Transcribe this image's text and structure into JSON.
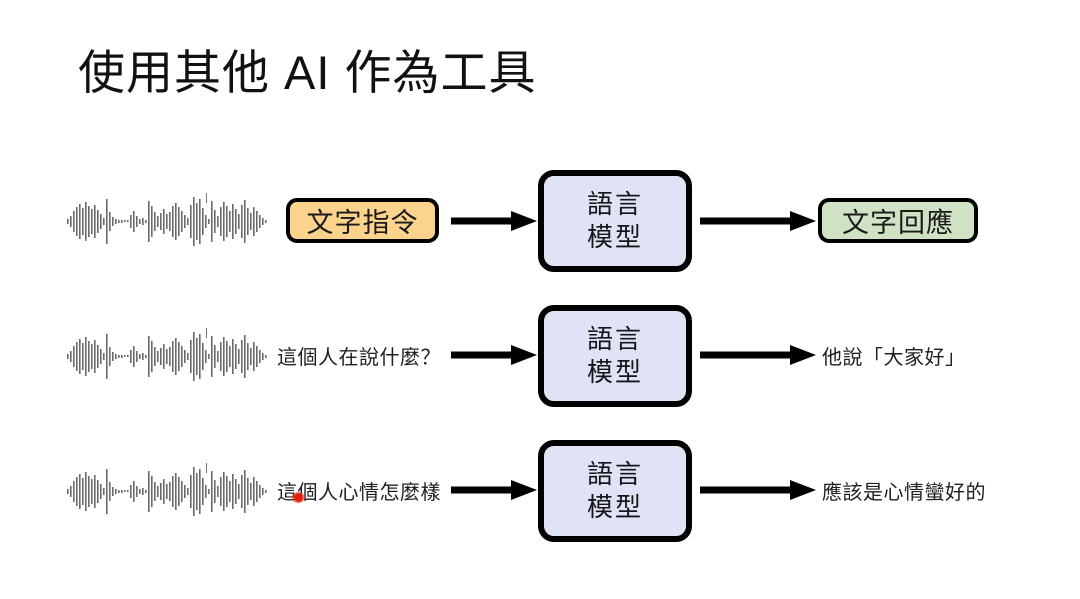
{
  "slide": {
    "title": "使用其他 AI 作為工具",
    "background_color": "#ffffff"
  },
  "colors": {
    "prompt_chip_fill": "#fbd38d",
    "response_chip_fill": "#cfe2c4",
    "model_box_fill": "#e0e3f5",
    "box_border": "#000000",
    "waveform": "#6a6a6a",
    "laser_dot": "#e01c0a",
    "text": "#1a1a1a"
  },
  "model_box": {
    "line1": "語言",
    "line2": "模型"
  },
  "rows": [
    {
      "waveform_name": "audio-waveform",
      "input_label": "文字指令",
      "input_style": "chip-orange",
      "output_label": "文字回應",
      "output_style": "chip-green"
    },
    {
      "waveform_name": "audio-waveform",
      "input_label": "這個人在說什麼？",
      "input_style": "plain-text",
      "output_label": "他說「大家好」",
      "output_style": "plain-text"
    },
    {
      "waveform_name": "audio-waveform",
      "input_label": "這個人心情怎麼樣",
      "input_style": "plain-text",
      "output_label": "應該是心情蠻好的",
      "output_style": "plain-text"
    }
  ],
  "annotations": {
    "laser_pointer": "red-laser-dot"
  }
}
